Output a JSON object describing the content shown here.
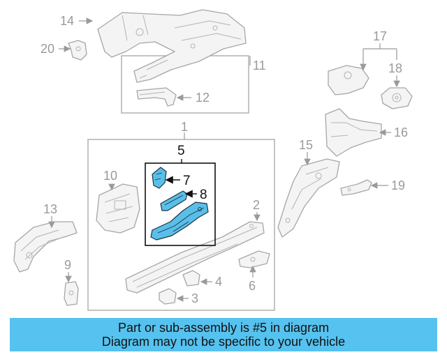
{
  "diagram": {
    "callouts": {
      "c1": "1",
      "c2": "2",
      "c3": "3",
      "c4": "4",
      "c5": "5",
      "c6": "6",
      "c7": "7",
      "c8": "8",
      "c9": "9",
      "c10": "10",
      "c11": "11",
      "c12": "12",
      "c13": "13",
      "c14": "14",
      "c15": "15",
      "c16": "16",
      "c17": "17",
      "c18": "18",
      "c19": "19",
      "c20": "20"
    },
    "highlight_color": "#59bfe9",
    "highlighted_parts": [
      "5",
      "7",
      "8"
    ]
  },
  "banner": {
    "line1": "Part or sub-assembly is #5 in diagram",
    "line2": "Diagram may not be specific to your vehicle",
    "color": "#56c2ef"
  }
}
